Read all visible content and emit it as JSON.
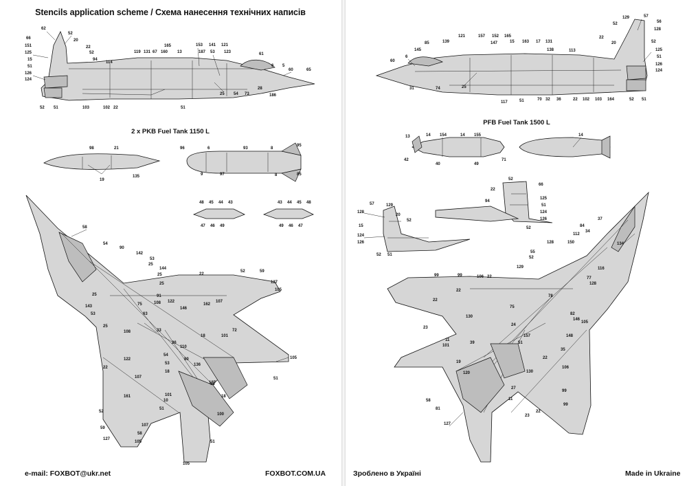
{
  "left_page": {
    "title": "Stencils application scheme / Схема нанесення технічних написів",
    "fuel_tank_caption": "2 x PKB Fuel Tank 1150 L",
    "footer_email": "e-mail: FOXBOT@ukr.net",
    "footer_site": "FOXBOT.COM.UA",
    "side_callouts": [
      "62",
      "52",
      "66",
      "151",
      "20",
      "22",
      "125",
      "52",
      "94",
      "114",
      "15",
      "126",
      "124",
      "51",
      "119",
      "131",
      "67",
      "160",
      "165",
      "13",
      "153",
      "141",
      "121",
      "187",
      "53",
      "123",
      "61",
      "60",
      "6",
      "5",
      "65",
      "52",
      "51",
      "103",
      "102",
      "22",
      "51",
      "54",
      "25",
      "73",
      "186",
      "28"
    ],
    "tank1_callouts": [
      "98",
      "21",
      "19",
      "135"
    ],
    "tank2_callouts": [
      "96",
      "6",
      "93",
      "8",
      "95",
      "97",
      "9",
      "8",
      "85"
    ],
    "pylon_callouts": [
      "48",
      "45",
      "44",
      "43",
      "47",
      "46",
      "49",
      "43",
      "44",
      "45",
      "48",
      "49",
      "46",
      "47"
    ],
    "top_callouts": [
      "58",
      "54",
      "90",
      "142",
      "53",
      "25",
      "144",
      "25",
      "25",
      "22",
      "52",
      "59",
      "127",
      "105",
      "108",
      "91",
      "122",
      "146",
      "162",
      "107",
      "25",
      "143",
      "53",
      "63",
      "75",
      "101",
      "72",
      "33",
      "25",
      "108",
      "122",
      "18",
      "26",
      "110",
      "80",
      "136",
      "54",
      "53",
      "105",
      "107",
      "161",
      "18",
      "18",
      "101",
      "10",
      "137",
      "18",
      "51",
      "52",
      "127",
      "59",
      "58",
      "105",
      "100",
      "51",
      "105",
      "107",
      "51",
      "22"
    ]
  },
  "right_page": {
    "fuel_tank_caption": "PFB Fuel Tank 1500 L",
    "footer_made_ua": "Зроблено в Україні",
    "footer_made_en": "Made in Ukraine",
    "side_callouts": [
      "129",
      "57",
      "56",
      "128",
      "52",
      "60",
      "6",
      "145",
      "85",
      "139",
      "121",
      "157",
      "152",
      "165",
      "147",
      "15",
      "163",
      "17",
      "131",
      "138",
      "113",
      "22",
      "20",
      "52",
      "125",
      "51",
      "126",
      "124",
      "31",
      "74",
      "25",
      "117",
      "51",
      "70",
      "32",
      "36",
      "22",
      "102",
      "103",
      "164",
      "52",
      "51"
    ],
    "tank_callouts": [
      "13",
      "14",
      "154",
      "14",
      "155",
      "42",
      "40",
      "49",
      "71",
      "14"
    ],
    "tail_callouts": [
      "52",
      "66",
      "22",
      "125",
      "94",
      "51",
      "52",
      "124",
      "126",
      "128",
      "57",
      "129",
      "20",
      "52",
      "15",
      "124",
      "126",
      "52",
      "51"
    ],
    "bottom_callouts": [
      "99",
      "99",
      "106",
      "22",
      "22",
      "22",
      "130",
      "23",
      "11",
      "101",
      "19",
      "120",
      "81",
      "58",
      "127",
      "39",
      "24",
      "75",
      "51",
      "157",
      "129",
      "128",
      "55",
      "52",
      "150",
      "112",
      "84",
      "34",
      "37",
      "134",
      "116",
      "77",
      "128",
      "78",
      "35",
      "22",
      "106",
      "130",
      "99",
      "23",
      "27",
      "11",
      "22",
      "99",
      "146",
      "82",
      "105",
      "148"
    ]
  }
}
